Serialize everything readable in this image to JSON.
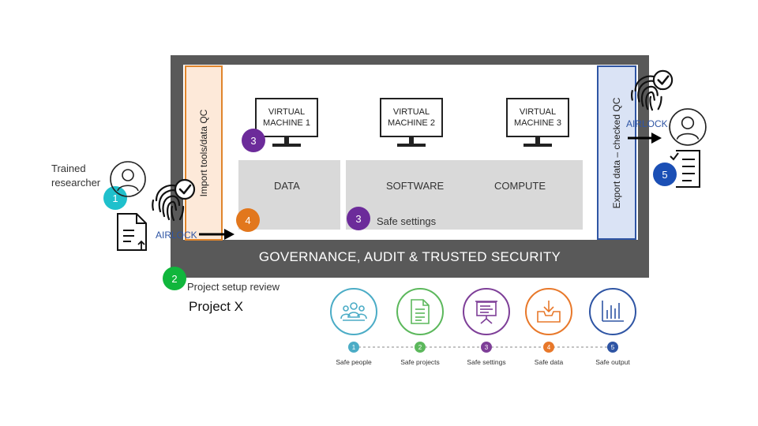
{
  "environment": {
    "governance_label": "GOVERNANCE, AUDIT & TRUSTED SECURITY",
    "import_label": "Import tools/data QC",
    "export_label": "Export  data – checked QC"
  },
  "virtual_machines": [
    {
      "label": "VIRTUAL MACHINE 1"
    },
    {
      "label": "VIRTUAL MACHINE 2"
    },
    {
      "label": "VIRTUAL MACHINE 3"
    }
  ],
  "resources": {
    "data": "DATA",
    "software": "SOFTWARE",
    "compute": "COMPUTE",
    "safe_settings": "Safe settings"
  },
  "markers": {
    "n1": "1",
    "n2": "2",
    "n3a": "3",
    "n3b": "3",
    "n4": "4",
    "n5": "5"
  },
  "researcher": {
    "label_line1": "Trained",
    "label_line2": "researcher",
    "airlock_in": "AIRLOCK",
    "airlock_out": "AIRLOCK"
  },
  "project": {
    "setup_review": "Project setup review",
    "name": "Project X"
  },
  "five_safes": [
    {
      "num": "1",
      "label": "Safe people",
      "color": "#4bacc6",
      "icon": "people-icon"
    },
    {
      "num": "2",
      "label": "Safe projects",
      "color": "#5cb85c",
      "icon": "document-icon"
    },
    {
      "num": "3",
      "label": "Safe settings",
      "color": "#7e3f98",
      "icon": "presentation-icon"
    },
    {
      "num": "4",
      "label": "Safe data",
      "color": "#e8782a",
      "icon": "inbox-download-icon"
    },
    {
      "num": "5",
      "label": "Safe output",
      "color": "#2f55a4",
      "icon": "bar-chart-icon"
    }
  ],
  "colors": {
    "teal": "#1fc0cc",
    "green": "#10b63c",
    "purple": "#6c2b9a",
    "orange": "#e2771d",
    "blue": "#1b4fb5",
    "frame": "#595959"
  }
}
